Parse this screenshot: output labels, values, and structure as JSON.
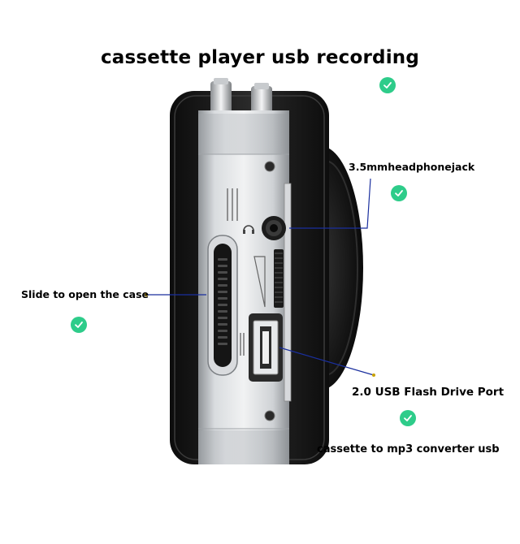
{
  "title": "cassette player usb recording",
  "labels": {
    "headphone": "3.5mmheadphonejack",
    "slide": "Slide to open the case",
    "usb": "2.0 USB Flash Drive Port",
    "converter": "cassette to mp3 converter usb"
  },
  "colors": {
    "check": "#2ecc8a",
    "pointer": "#1a2f9e"
  },
  "icons": [
    "check-icon",
    "headphone-icon"
  ]
}
